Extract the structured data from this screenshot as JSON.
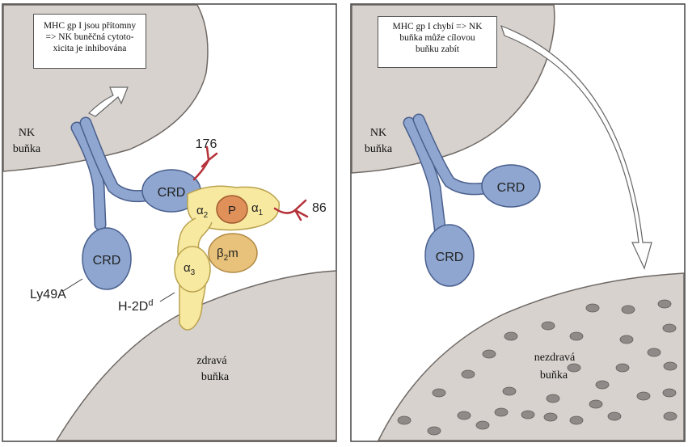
{
  "left_panel": {
    "callout": [
      "MHC gp I jsou přítomny",
      "=> NK buněčná cytoto-",
      "xicita je inhibována"
    ],
    "nk_label": [
      "NK",
      "buňka"
    ],
    "crd_top": "CRD",
    "crd_bottom": "CRD",
    "ly49a": "Ly49A",
    "h2d_main": "H-2D",
    "h2d_sup": "d",
    "alpha1_base": "α",
    "alpha1_sub": "1",
    "alpha2_base": "α",
    "alpha2_sub": "2",
    "alpha3_base": "α",
    "alpha3_sub": "3",
    "beta2m_base": "β",
    "beta2m_sub": "2",
    "beta2m_suffix": "m",
    "peptide": "P",
    "glycan_176": "176",
    "glycan_86": "86",
    "healthy_cell": [
      "zdravá",
      "buňka"
    ]
  },
  "right_panel": {
    "callout": [
      "MHC gp I chybí => NK",
      "buňka může cílovou",
      "buňku zabít"
    ],
    "nk_label": [
      "NK",
      "buňka"
    ],
    "crd_top": "CRD",
    "crd_bottom": "CRD",
    "unhealthy_cell": [
      "nezdravá",
      "buňka"
    ]
  },
  "colors": {
    "cell_gray": "#d7d2cd",
    "cell_stroke": "#6e6864",
    "receptor_blue": "#8ea6d0",
    "receptor_stroke": "#4a5f8c",
    "mhc_yellow": "#f8e9a0",
    "mhc_stroke": "#b9a24e",
    "beta2m_tan": "#e8c27a",
    "peptide_orange": "#e0915a",
    "glycan_red": "#b5323a",
    "dot_gray": "#8f8a87"
  }
}
